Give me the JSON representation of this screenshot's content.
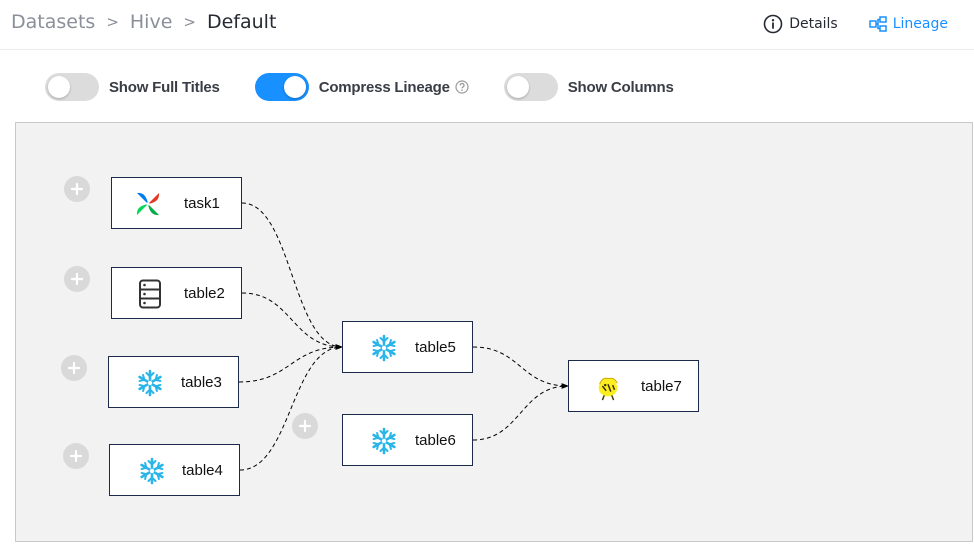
{
  "breadcrumb": {
    "items": [
      "Datasets",
      "Hive",
      "Default"
    ],
    "separator": ">"
  },
  "header_tabs": {
    "details": {
      "label": "Details",
      "icon": "info-circle-icon"
    },
    "lineage": {
      "label": "Lineage",
      "icon": "lineage-icon",
      "active": true
    }
  },
  "toggles": {
    "show_full_titles": {
      "label": "Show Full Titles",
      "on": false
    },
    "compress_lineage": {
      "label": "Compress Lineage",
      "on": true
    },
    "show_columns": {
      "label": "Show Columns",
      "on": false
    }
  },
  "lineage": {
    "nodes": [
      {
        "id": "task1",
        "label": "task1",
        "icon": "airflow-pinwheel-icon",
        "expandable": true
      },
      {
        "id": "table2",
        "label": "table2",
        "icon": "database-server-icon",
        "expandable": true
      },
      {
        "id": "table3",
        "label": "table3",
        "icon": "snowflake-icon",
        "expandable": true
      },
      {
        "id": "table4",
        "label": "table4",
        "icon": "snowflake-icon",
        "expandable": true
      },
      {
        "id": "table5",
        "label": "table5",
        "icon": "snowflake-icon",
        "expandable": false
      },
      {
        "id": "table6",
        "label": "table6",
        "icon": "snowflake-icon",
        "expandable": true
      },
      {
        "id": "table7",
        "label": "table7",
        "icon": "hive-bee-icon",
        "expandable": false
      }
    ],
    "edges": [
      {
        "from": "task1",
        "to": "table5"
      },
      {
        "from": "table2",
        "to": "table5"
      },
      {
        "from": "table3",
        "to": "table5"
      },
      {
        "from": "table4",
        "to": "table5"
      },
      {
        "from": "table5",
        "to": "table7"
      },
      {
        "from": "table6",
        "to": "table7"
      }
    ]
  },
  "colors": {
    "accent": "#1890ff",
    "node_border": "#1b2a4a",
    "snowflake": "#29b5e8",
    "canvas_bg": "#f2f2f2"
  }
}
